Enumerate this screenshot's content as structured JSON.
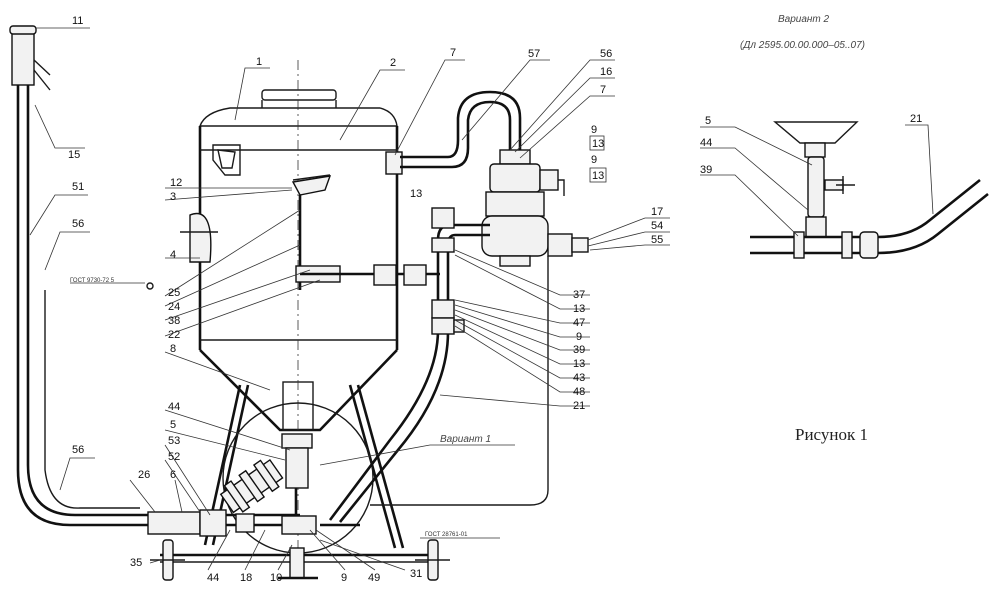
{
  "title_variant2": "Вариант 2",
  "subtitle_variant2": "(Дл 2595.00.00.000–05..07)",
  "variant1_label": "Вариант 1",
  "figure_caption": "Рисунок 1",
  "gost_note_left": "ГОСТ 9730-72 5",
  "gost_note_bottom": "ГОСТ 28761-01",
  "box_labels": [
    "9",
    "13",
    "9",
    "13"
  ],
  "callouts": {
    "l11": "11",
    "l15": "15",
    "l51": "51",
    "l56a": "56",
    "l56b": "56",
    "l1": "1",
    "l2": "2",
    "l7a": "7",
    "l57": "57",
    "l56c": "56",
    "l16": "16",
    "l7b": "7",
    "l13mid": "13",
    "l17": "17",
    "l54": "54",
    "l55": "55",
    "l12": "12",
    "l3": "3",
    "l4": "4",
    "l25": "25",
    "l24": "24",
    "l38": "38",
    "l22": "22",
    "l8": "8",
    "l37": "37",
    "l13b": "13",
    "l47": "47",
    "l9a": "9",
    "l39": "39",
    "l13c": "13",
    "l43": "43",
    "l48": "48",
    "l21": "21",
    "l44a": "44",
    "l5": "5",
    "l53": "53",
    "l52": "52",
    "l26": "26",
    "l6": "6",
    "l35": "35",
    "l44b": "44",
    "l18": "18",
    "l10": "10",
    "l9b": "9",
    "l49": "49",
    "l31": "31",
    "v2_5": "5",
    "v2_44": "44",
    "v2_39": "39",
    "v2_21": "21"
  }
}
